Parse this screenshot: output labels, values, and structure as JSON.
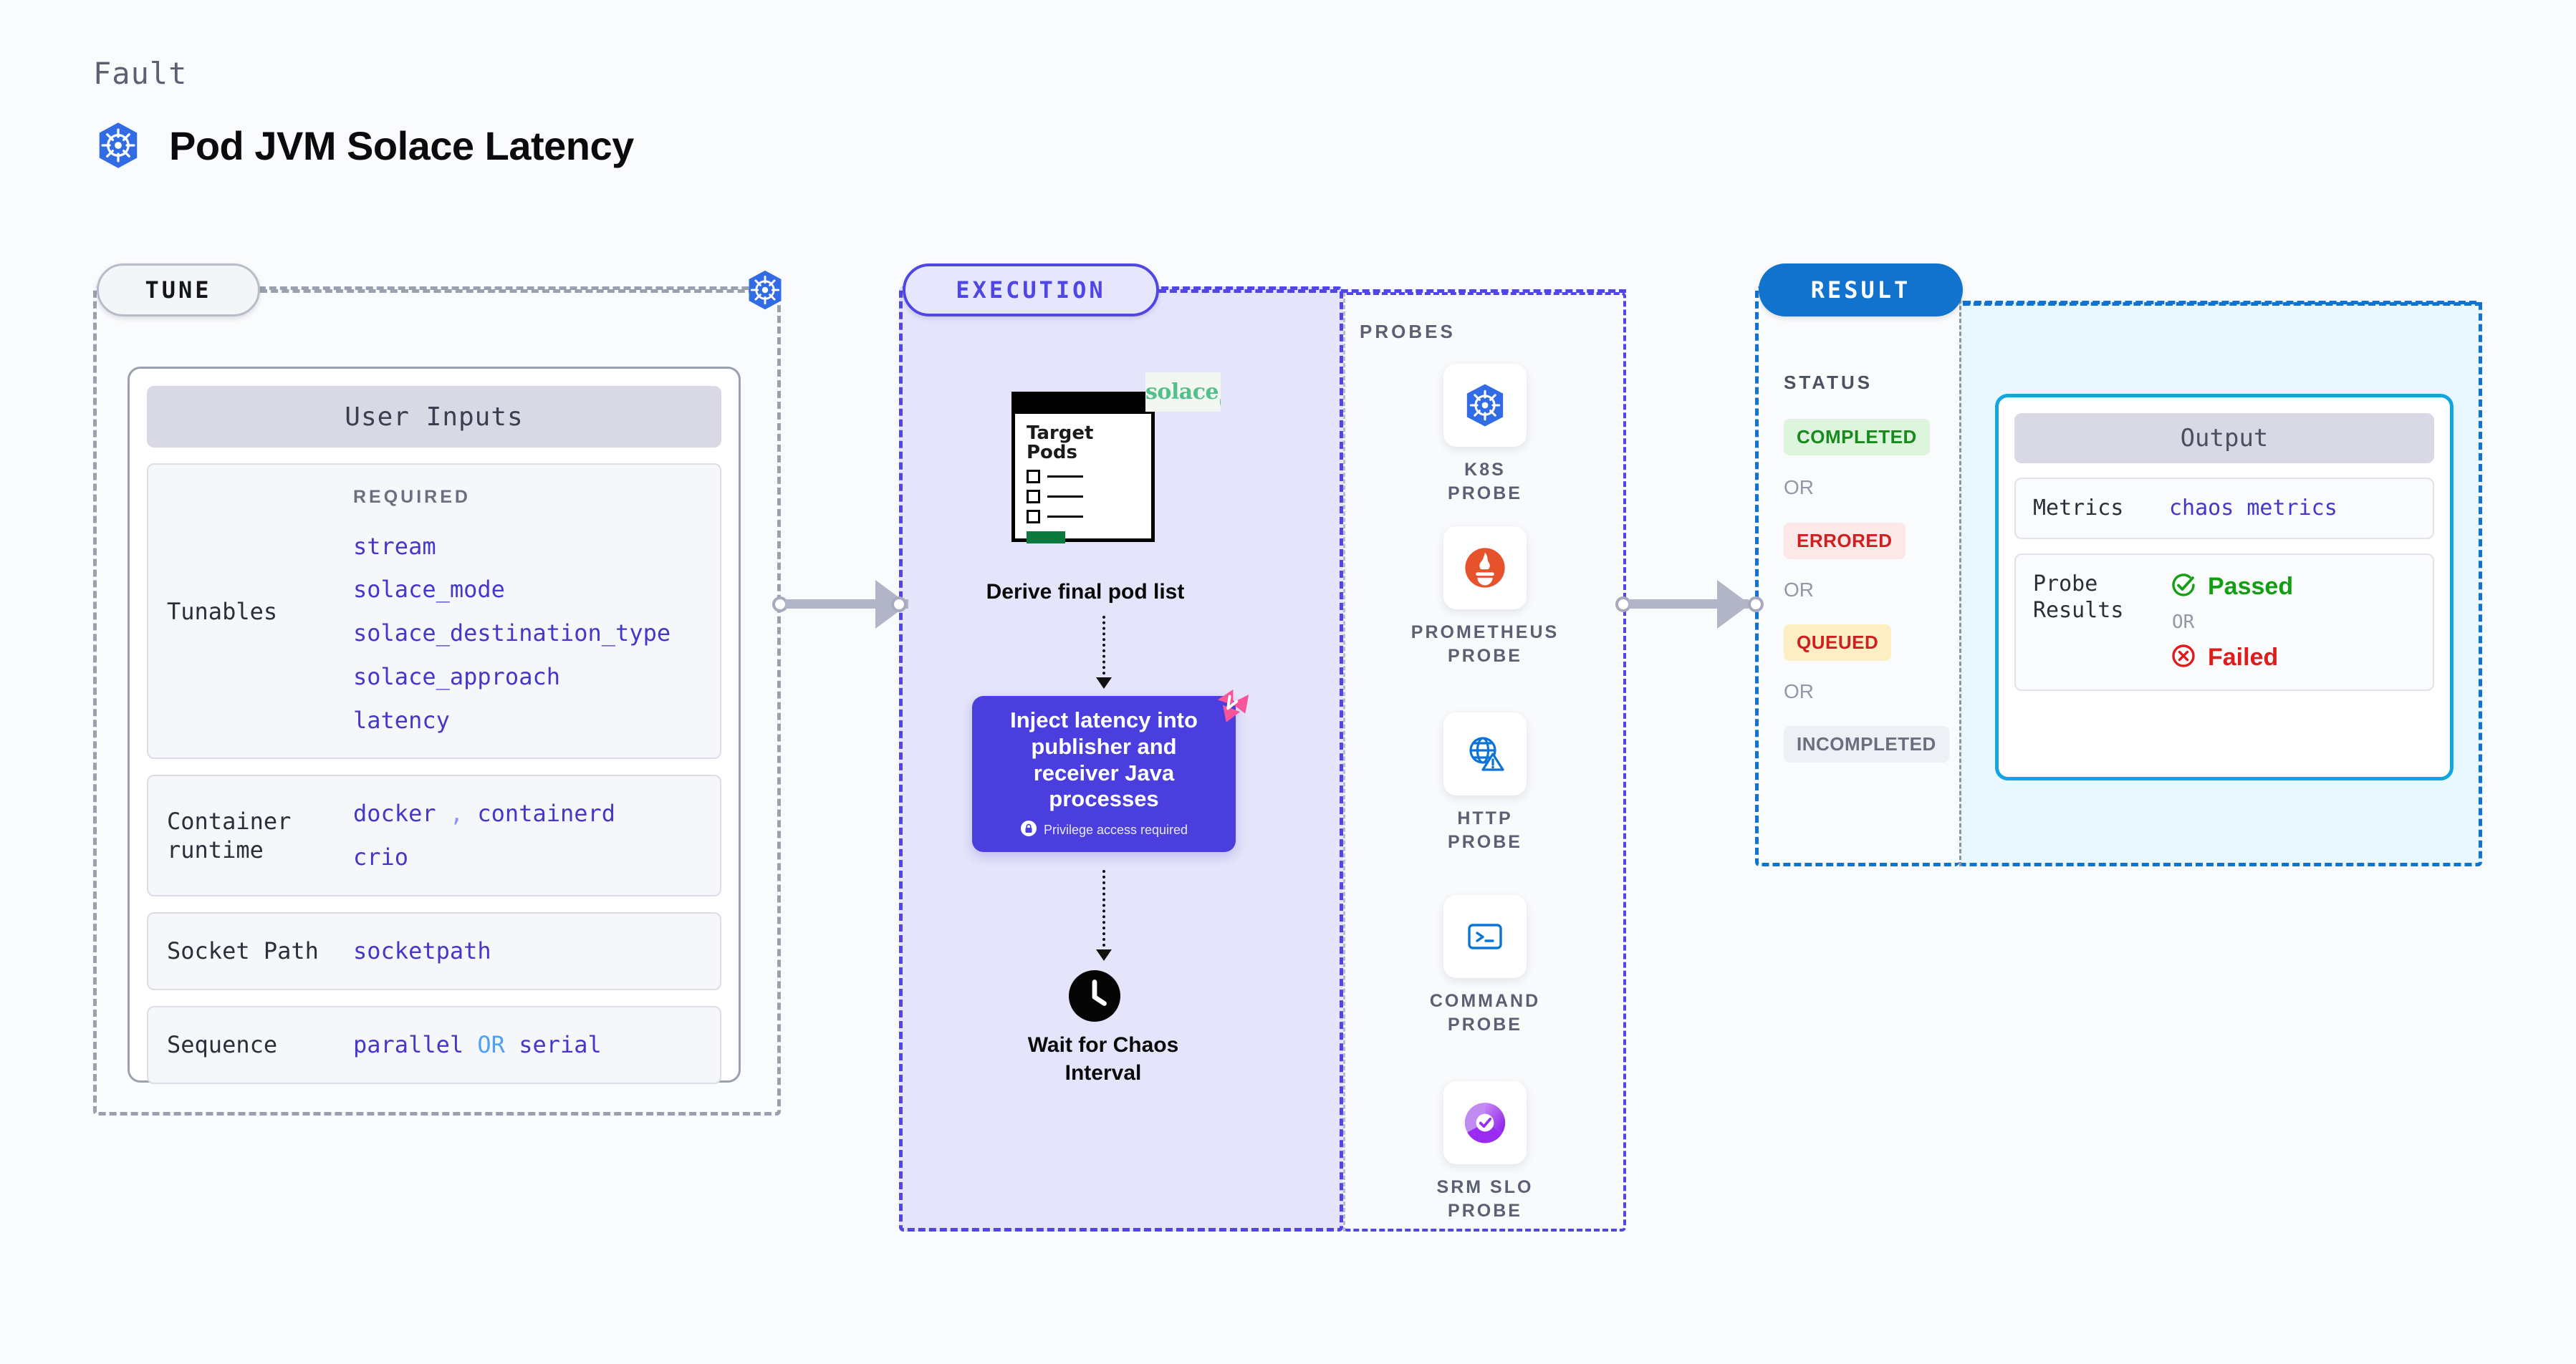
{
  "header": {
    "eyebrow": "Fault",
    "title": "Pod JVM Solace Latency",
    "icon": "kubernetes-icon"
  },
  "stages": {
    "tune": "TUNE",
    "execution": "EXECUTION",
    "result": "RESULT"
  },
  "tune": {
    "card_title": "User Inputs",
    "rows": [
      {
        "label": "Tunables",
        "required_label": "REQUIRED",
        "values": [
          "stream",
          "solace_mode",
          "solace_destination_type",
          "solace_approach",
          "latency"
        ]
      },
      {
        "label": "Container runtime",
        "values": [
          "docker",
          "containerd",
          "crio"
        ],
        "separator": ","
      },
      {
        "label": "Socket Path",
        "values": [
          "socketpath"
        ]
      },
      {
        "label": "Sequence",
        "values": [
          "parallel",
          "serial"
        ],
        "separator": "OR"
      }
    ]
  },
  "execution": {
    "doc": {
      "title_line1": "Target",
      "title_line2": "Pods",
      "brand": "solace"
    },
    "step1_caption": "Derive final pod list",
    "inject": {
      "text": "Inject latency into publisher and receiver Java processes",
      "privilege_note": "Privilege access required",
      "badge_icon": "litmus-chaos-icon",
      "lock_icon": "lock-icon"
    },
    "wait_caption": "Wait for Chaos Interval",
    "clock_icon": "clock-icon"
  },
  "probes": {
    "title": "PROBES",
    "items": [
      {
        "label": "K8S PROBE",
        "icon": "kubernetes-icon"
      },
      {
        "label": "PROMETHEUS PROBE",
        "icon": "prometheus-icon"
      },
      {
        "label": "HTTP PROBE",
        "icon": "http-globe-warning-icon"
      },
      {
        "label": "COMMAND PROBE",
        "icon": "terminal-icon"
      },
      {
        "label": "SRM SLO PROBE",
        "icon": "srm-slo-icon"
      }
    ]
  },
  "result": {
    "status_title": "STATUS",
    "or_label": "OR",
    "badges": [
      {
        "label": "COMPLETED",
        "bg": "#dcf5dc",
        "fg": "#18891c"
      },
      {
        "label": "ERRORED",
        "bg": "#fde8e8",
        "fg": "#cf1f1f"
      },
      {
        "label": "QUEUED",
        "bg": "#fdeec4",
        "fg": "#cf1f1f"
      },
      {
        "label": "INCOMPLETED",
        "bg": "#eef0f5",
        "fg": "#696e80"
      }
    ],
    "output": {
      "title": "Output",
      "metrics_label": "Metrics",
      "metrics_value": "chaos metrics",
      "probe_results_label": "Probe Results",
      "passed": "Passed",
      "failed": "Failed",
      "or_label": "OR",
      "pass_icon": "check-circle-icon",
      "fail_icon": "x-circle-icon"
    }
  },
  "colors": {
    "tune_accent": "#9aa0ae",
    "exec_accent": "#4f46e5",
    "result_accent": "#1273ce",
    "inject_bg": "#4a3fde",
    "output_accent": "#12a5e0"
  }
}
